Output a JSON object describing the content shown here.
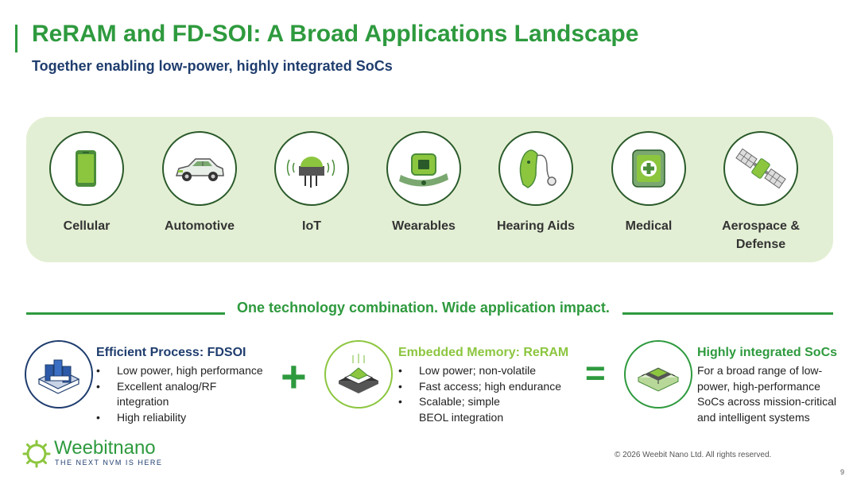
{
  "header": {
    "title": "ReRAM and FD-SOI: A Broad Applications Landscape",
    "subtitle": "Together enabling low-power, highly integrated SoCs"
  },
  "applications": [
    {
      "label": "Cellular",
      "icon": "smartphone-icon"
    },
    {
      "label": "Automotive",
      "icon": "car-icon"
    },
    {
      "label": "IoT",
      "icon": "iot-sensor-icon"
    },
    {
      "label": "Wearables",
      "icon": "smartwatch-icon"
    },
    {
      "label": "Hearing Aids",
      "icon": "hearing-aid-icon"
    },
    {
      "label": "Medical",
      "icon": "medical-device-icon"
    },
    {
      "label": "Aerospace & Defense",
      "icon": "satellite-icon"
    }
  ],
  "tagline": "One technology combination. Wide application impact.",
  "columns": {
    "fdsoi": {
      "title": "Efficient Process: FDSOI",
      "icon": "fdsoi-transistor-icon",
      "bullets": [
        "Low power, high performance",
        "Excellent analog/RF integration",
        "High reliability"
      ]
    },
    "reram": {
      "title": "Embedded Memory: ReRAM",
      "icon": "reram-chip-icon",
      "bullets": [
        "Low power; non-volatile",
        "Fast access; high endurance",
        "Scalable; simple BEOL integration"
      ]
    },
    "soc": {
      "title": "Highly integrated SoCs",
      "icon": "soc-chip-icon",
      "body": "For a broad range of low-power, high-performance SoCs across mission-critical and intelligent systems"
    }
  },
  "operators": {
    "plus": "+",
    "equals": "="
  },
  "footer": {
    "logo_name": "Weebitnano",
    "logo_tagline": "THE NEXT NVM IS HERE",
    "copyright": "© 2026 Weebit Nano Ltd. All rights reserved.",
    "page_number": "9"
  },
  "colors": {
    "brand_green": "#2e9a3e",
    "navy": "#1f3d6e",
    "panel_bg": "#e3efd4",
    "bright_green": "#8cc63f"
  }
}
